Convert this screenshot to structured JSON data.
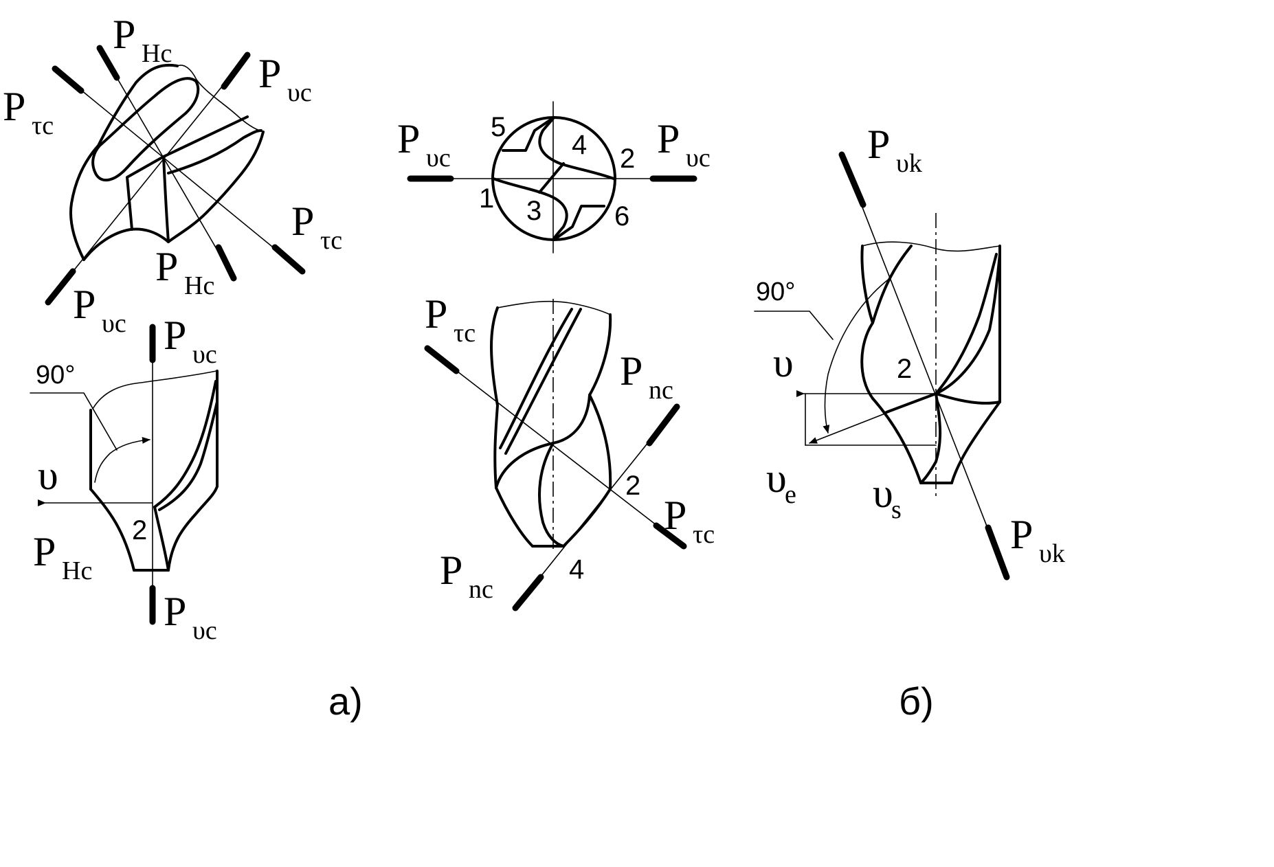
{
  "planes": {
    "P": "P",
    "Hc": "Hc",
    "vc": "υc",
    "tc": "τc",
    "nc": "nc",
    "vk": "υk"
  },
  "vectors": {
    "v": "υ",
    "ve_main": "υ",
    "ve_sub": "e",
    "vs_main": "υ",
    "vs_sub": "s"
  },
  "angles": {
    "a": "90°",
    "b": "90°"
  },
  "points": {
    "p1": "1",
    "p2": "2",
    "p3": "3",
    "p4": "4",
    "p5": "5",
    "p6": "6"
  },
  "captions": {
    "a": "а)",
    "b": "б)"
  }
}
